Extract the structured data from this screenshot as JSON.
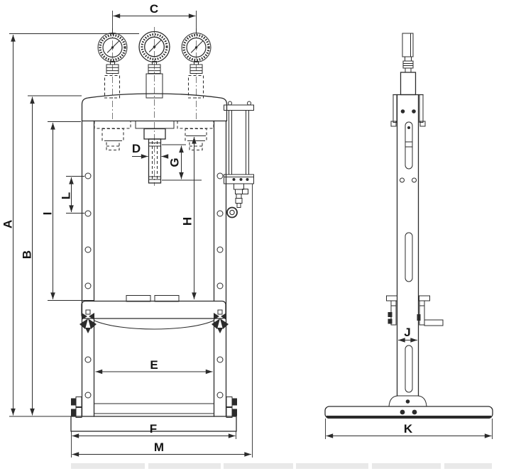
{
  "colors": {
    "line": "#2b2b2b",
    "centerline": "#5a5a5a",
    "background": "#ffffff",
    "faint_band": "#e9e9e9"
  },
  "labels": {
    "A": "A",
    "B": "B",
    "C": "C",
    "D": "D",
    "E": "E",
    "F": "F",
    "G": "G",
    "H": "H",
    "I": "I",
    "J": "J",
    "K": "K",
    "L": "L",
    "M": "M"
  }
}
